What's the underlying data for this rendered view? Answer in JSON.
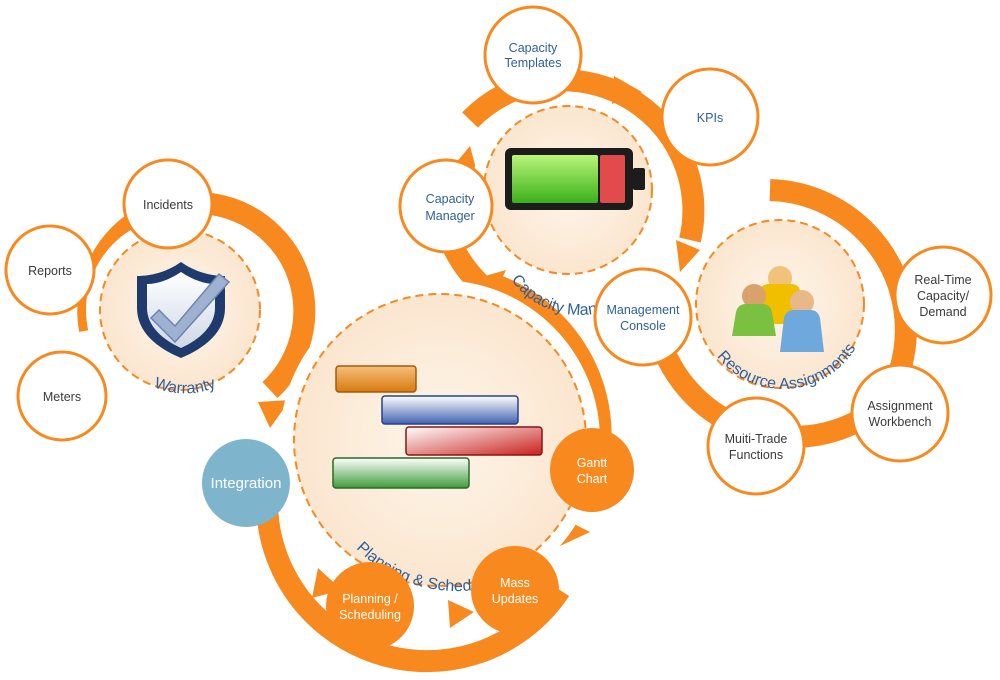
{
  "colors": {
    "orange": "#f7891f",
    "light_orange": "#fbb97a",
    "cream": "#fdf0e0",
    "teal": "#7fb5cc",
    "title_blue": "#2f5f9a"
  },
  "hubs": {
    "warranty": {
      "label": "Warranty",
      "icon": "shield-check-icon"
    },
    "planning": {
      "label": "Planning & Scheduling",
      "icon": "gantt-chart-icon"
    },
    "capacity": {
      "label": "Capacity Management",
      "icon": "battery-icon"
    },
    "resource": {
      "label": "Resource Assignments",
      "icon": "people-group-icon"
    }
  },
  "nodes": {
    "incidents": [
      "Incidents"
    ],
    "reports": [
      "Reports"
    ],
    "meters": [
      "Meters"
    ],
    "integration": [
      "Integration"
    ],
    "planning_sched": [
      "Planning /",
      "Scheduling"
    ],
    "mass_updates": [
      "Mass",
      "Updates"
    ],
    "gantt_chart": [
      "Gantt",
      "Chart"
    ],
    "capacity_templates": [
      "Capacity",
      "Templates"
    ],
    "kpis": [
      "KPIs"
    ],
    "capacity_manager": [
      "Capacity",
      "Manager"
    ],
    "management_console": [
      "Management",
      "Console"
    ],
    "realtime": [
      "Real-Time",
      "Capacity/",
      "Demand"
    ],
    "assignment_workbench": [
      "Assignment",
      "Workbench"
    ],
    "multitrade": [
      "Muiti-Trade",
      "Functions"
    ]
  }
}
